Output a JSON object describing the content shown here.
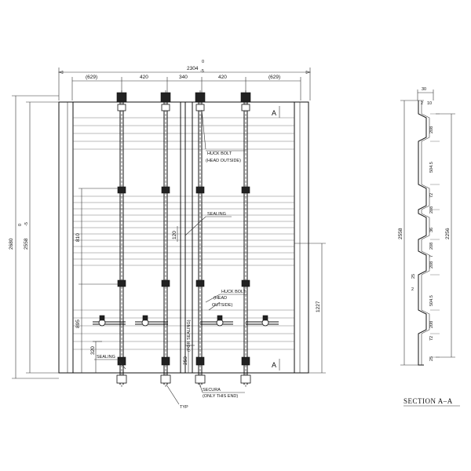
{
  "dims": {
    "overall_width": "2304",
    "tol_top": "0",
    "tol_bottom": "-5",
    "seg_left": "(629)",
    "seg_1": "420",
    "seg_2": "340",
    "seg_3": "420",
    "seg_right": "(629)",
    "overall_height": "2680",
    "height_2": "2558",
    "height_2_tol_top": "0",
    "height_2_tol_bottom": "-5",
    "h_810": "810",
    "h_895": "895",
    "h_250": "250",
    "h_120": "120",
    "h_1227": "1227",
    "h_320": "320"
  },
  "labels": {
    "section_mark_top": "A",
    "section_mark_bottom": "A",
    "huck_bolt_1a": "HUCK BOLT",
    "huck_bolt_1b": "(HEAD OUTSIDE)",
    "sealing_1": "SEALING",
    "huck_bolt_2a": "HUCK BOLT",
    "huck_bolt_2b": "(HEAD",
    "huck_bolt_2c": "OUTSIDE)",
    "for_sealing": "(FOR SEALING)",
    "sealing_2": "SEALING",
    "bottom_note_1": "SECURA",
    "bottom_note_2": "(ONLY THIS END)",
    "typ": "TYP"
  },
  "section": {
    "title": "SECTION  A–A",
    "top_width": "30",
    "top_a": "2",
    "top_b": "10",
    "height_left": "2558",
    "height_right": "2256",
    "s_208a": "208",
    "s_5045a": "504.5",
    "s_72a": "72",
    "s_208b": "208",
    "s_36": "36",
    "s_208c": "208",
    "s_7": "7",
    "s_208d": "208",
    "s_25": "25",
    "s_2": "2",
    "s_5045b": "504.5",
    "s_208e": "208",
    "s_72b": "72",
    "s_25b": "25"
  }
}
